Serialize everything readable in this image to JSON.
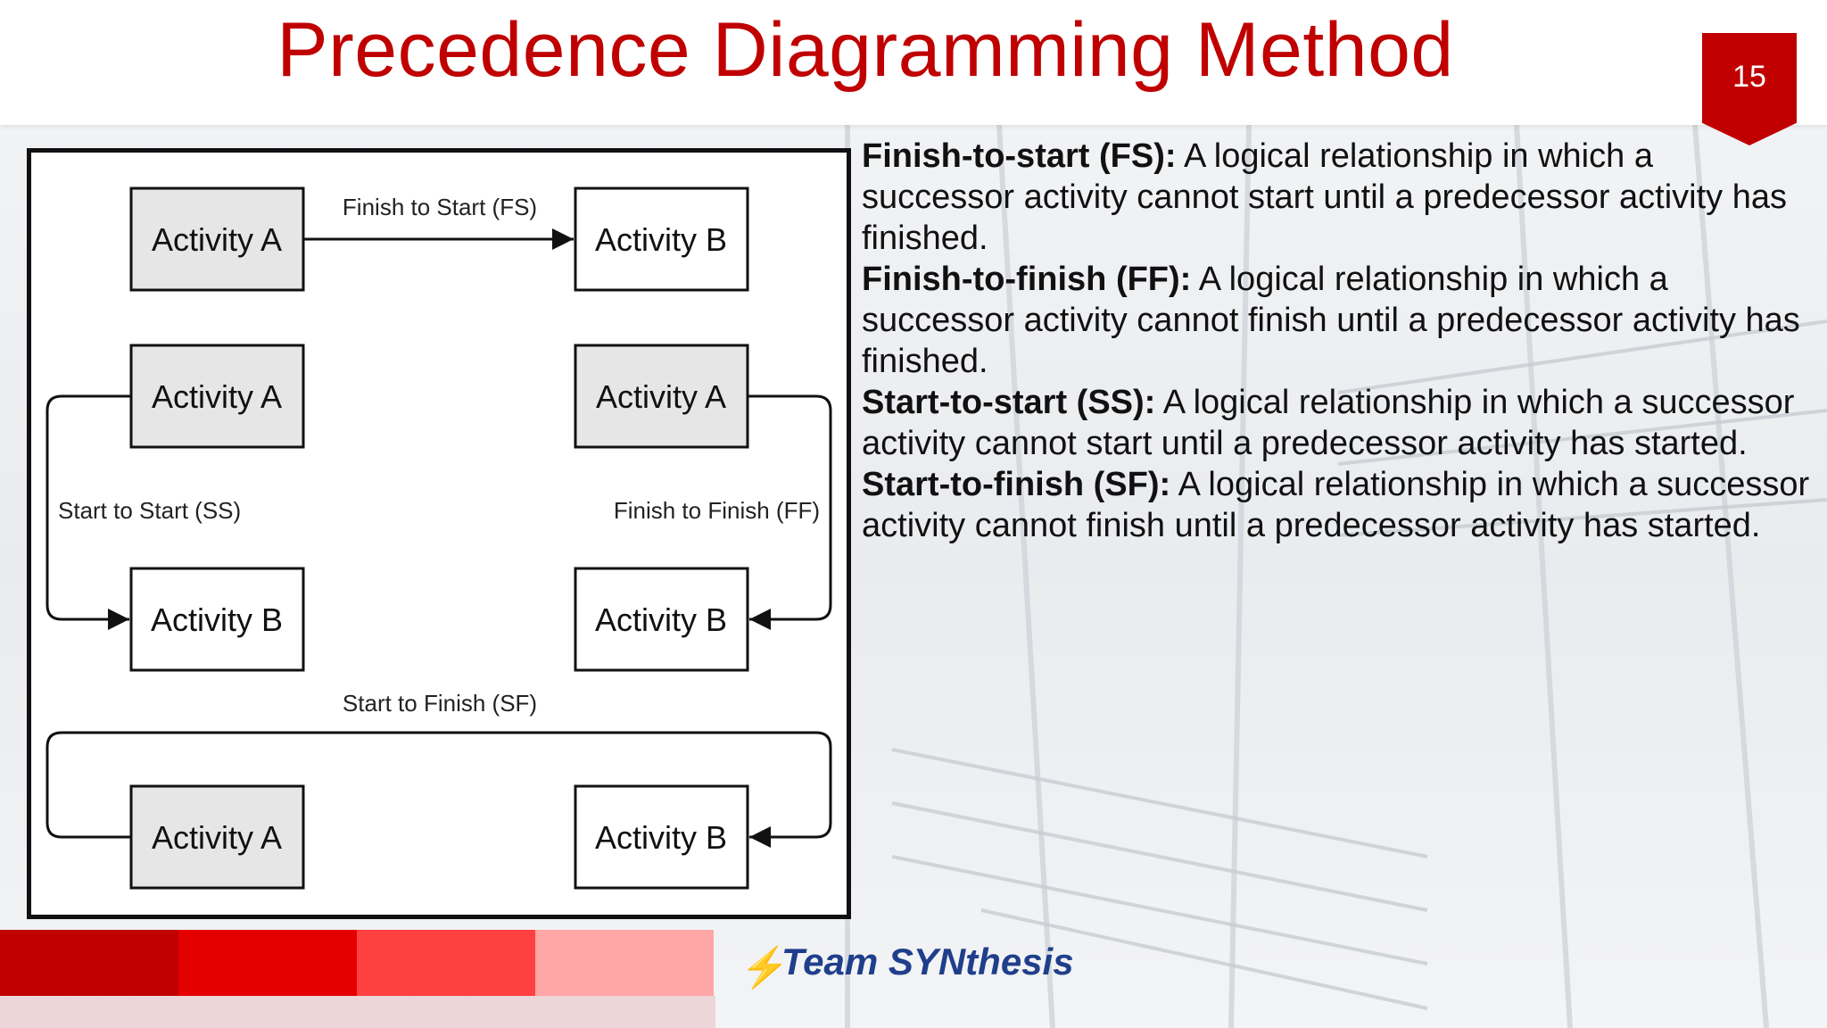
{
  "slide": {
    "title": "Precedence Diagramming Method",
    "page_number": "15"
  },
  "diagram": {
    "fs": {
      "from": "Activity A",
      "to": "Activity B",
      "label": "Finish to Start (FS)"
    },
    "ss": {
      "from": "Activity A",
      "to": "Activity B",
      "label": "Start to Start (SS)"
    },
    "ff": {
      "from": "Activity A",
      "to": "Activity B",
      "label": "Finish to Finish (FF)"
    },
    "sf": {
      "from": "Activity A",
      "to": "Activity B",
      "label": "Start to Finish (SF)"
    }
  },
  "definitions": [
    {
      "term": "Finish-to-start (FS):",
      "text": " A logical relationship in which a successor activity cannot start until a predecessor activity has finished."
    },
    {
      "term": "Finish-to-finish (FF):",
      "text": " A logical relationship in which a successor activity cannot finish until a predecessor activity has finished."
    },
    {
      "term": "Start-to-start (SS):",
      "text": " A logical relationship in which a successor activity cannot start until a predecessor activity has started."
    },
    {
      "term": "Start-to-finish (SF):",
      "text": " A logical relationship in which a successor activity cannot finish until a predecessor activity has started."
    }
  ],
  "footer": {
    "logo_text": "Team SYNthesis",
    "stripe_colors": [
      "#c00000",
      "#e50000",
      "#ff4040",
      "#ffa6a6"
    ]
  },
  "colors": {
    "brand_red": "#c00000",
    "logo_blue": "#1f3f8c"
  }
}
